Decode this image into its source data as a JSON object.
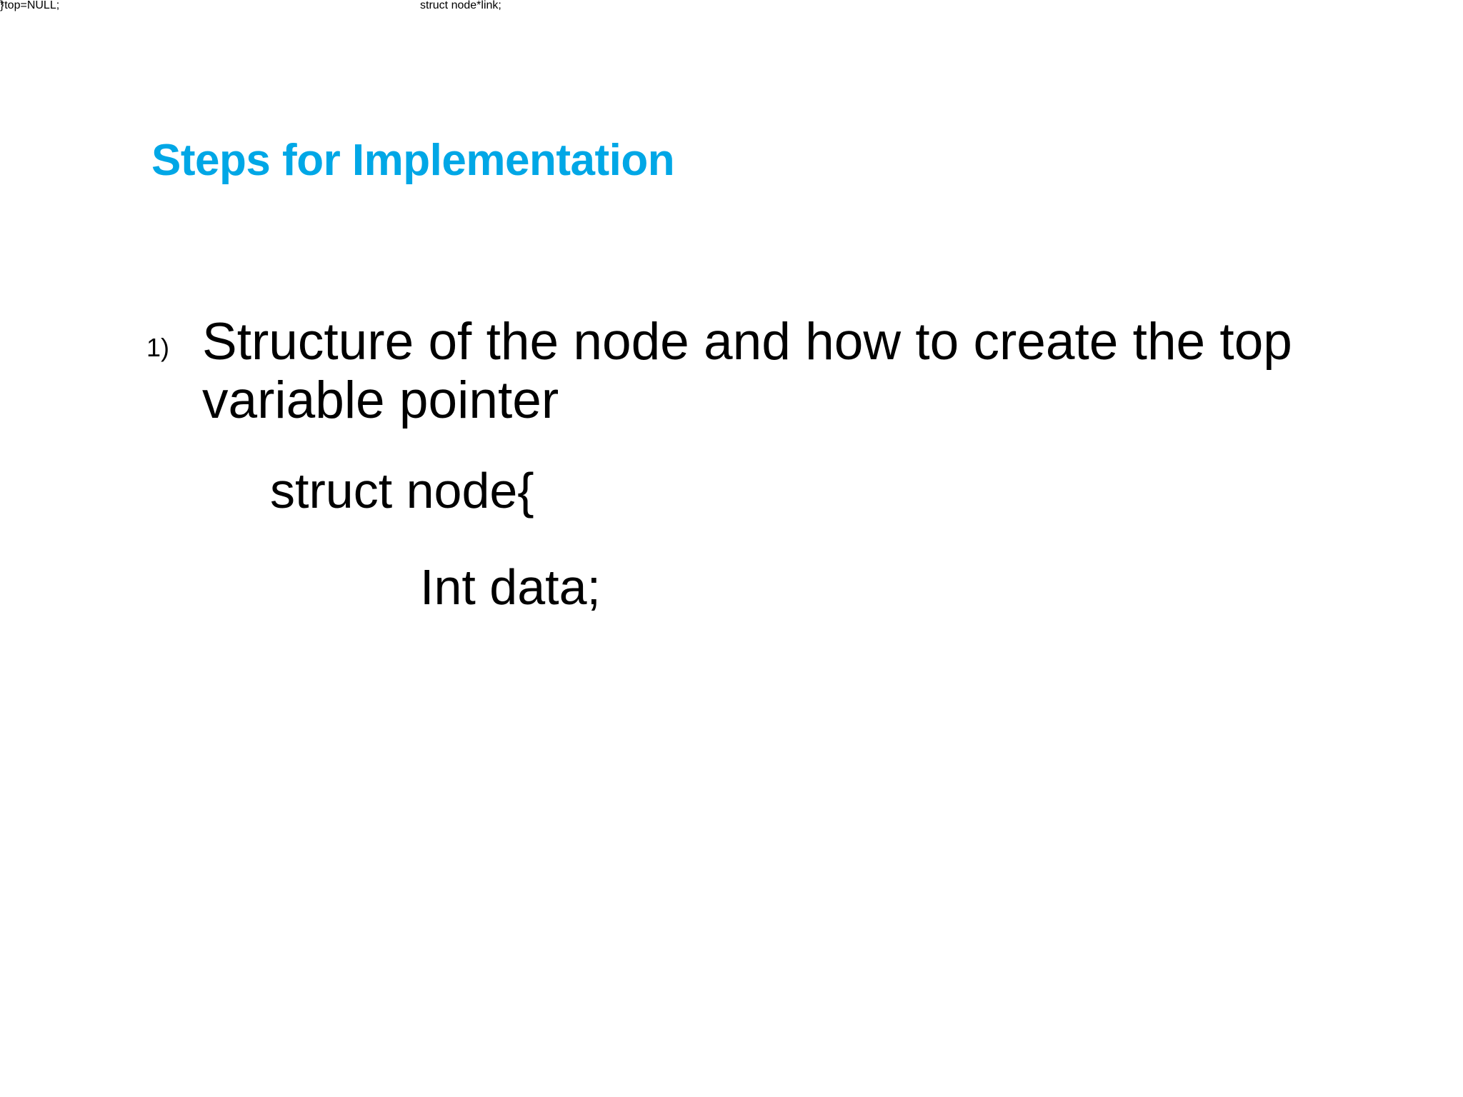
{
  "slide": {
    "background_color": "#ffffff",
    "title": {
      "text": "Steps for Implementation",
      "color": "#00A7E6"
    },
    "content": {
      "list_items": [
        {
          "marker": "1)",
          "text": "Structure of the node and how to create the top variable pointer"
        }
      ],
      "code_lines": [
        {
          "text": "struct node{",
          "indent_level": 1
        },
        {
          "text": "Int data;",
          "indent_level": 2
        },
        {
          "text": "struct node*link;",
          "indent_level": 2
        },
        {
          "text": "}",
          "indent_level": 2
        },
        {
          "text": "*top=NULL;",
          "indent_level": 1
        }
      ]
    }
  }
}
